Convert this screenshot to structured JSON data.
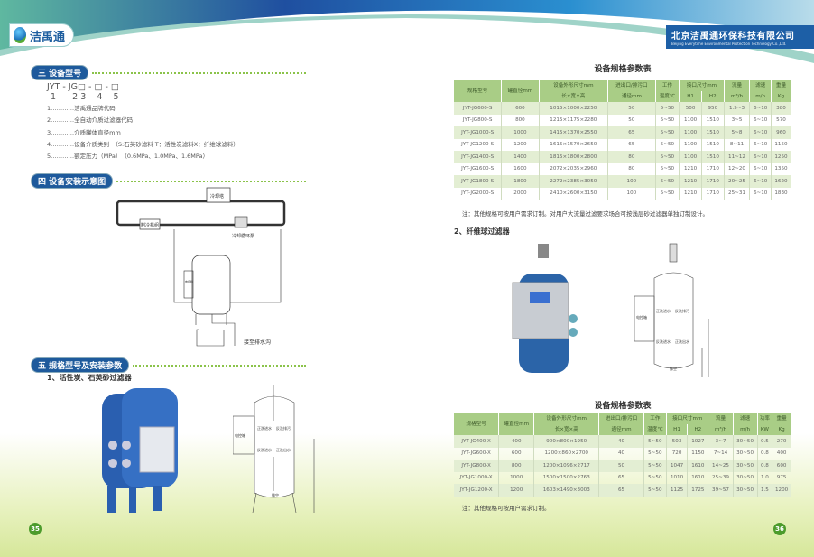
{
  "header": {
    "brand": "洁禹通",
    "company_cn": "北京洁禹通环保科技有限公司",
    "company_en": "Beijing Everytime Environmental Protection Technology Co.,Ltd.",
    "colors": {
      "primary": "#1e5a9c",
      "accent": "#8bc34a"
    }
  },
  "left": {
    "sec3": "三 设备型号",
    "model_code": "JYT - JG□ - □ - □",
    "model_digits": "1      2 3    4    5",
    "model_items": [
      "1…………洁禹通品牌代码",
      "2…………全自动介质过滤器代码",
      "3…………介质罐体直径mm",
      "4…………设备介质类别　（S:石英砂滤料 T：活性炭滤料X：纤维球滤料）",
      "5…………额定压力（MPa）　（0.6MPa、1.0MPa、1.6MPa）"
    ],
    "sec4": "四 设备安装示意图",
    "diagram": {
      "tower": "冷却塔",
      "chiller": "制冷机组",
      "pump": "冷却循环泵",
      "drain": "接至排水沟",
      "ctrl": "电控箱"
    },
    "sec5": "五 规格型号及安装参数",
    "sub1": "1、活性炭、石英砂过滤器",
    "drawing": {
      "ctrl": "电控箱",
      "a": "正洗进水",
      "b": "反洗排污",
      "c": "反洗进水",
      "d": "正洗出水",
      "e": "排空"
    },
    "page": "35"
  },
  "right": {
    "table1": {
      "title": "设备规格参数表",
      "headers": [
        "规格型号",
        "罐直径mm",
        "设备外形尺寸mm",
        "长×宽×高",
        "进出口/排污口",
        "通径mm",
        "工作",
        "温度℃",
        "接口尺寸mm",
        "H1",
        "H2",
        "流量",
        "m³/h",
        "滤速",
        "m/h",
        "重量",
        "Kg"
      ],
      "rows": [
        [
          "JYT-JG600-S",
          "600",
          "1015×1000×2250",
          "50",
          "5~50",
          "500",
          "950",
          "1.5~3",
          "6~10",
          "380"
        ],
        [
          "JYT-JG800-S",
          "800",
          "1215×1175×2280",
          "50",
          "5~50",
          "1100",
          "1510",
          "3~5",
          "6~10",
          "570"
        ],
        [
          "JYT-JG1000-S",
          "1000",
          "1415×1370×2550",
          "65",
          "5~50",
          "1100",
          "1510",
          "5~8",
          "6~10",
          "960"
        ],
        [
          "JYT-JG1200-S",
          "1200",
          "1615×1570×2650",
          "65",
          "5~50",
          "1100",
          "1510",
          "8~11",
          "6~10",
          "1150"
        ],
        [
          "JYT-JG1400-S",
          "1400",
          "1815×1800×2800",
          "80",
          "5~50",
          "1100",
          "1510",
          "11~12",
          "6~10",
          "1250"
        ],
        [
          "JYT-JG1600-S",
          "1600",
          "2072×2035×2960",
          "80",
          "5~50",
          "1210",
          "1710",
          "12~20",
          "6~10",
          "1350"
        ],
        [
          "JYT-JG1800-S",
          "1800",
          "2272×2385×3050",
          "100",
          "5~50",
          "1210",
          "1710",
          "20~25",
          "6~10",
          "1620"
        ],
        [
          "JYT-JG2000-S",
          "2000",
          "2410×2600×3150",
          "100",
          "5~50",
          "1210",
          "1710",
          "25~31",
          "6~10",
          "1830"
        ]
      ],
      "note": "注：其他规格可按用户需求订制。对用户大流量过滤要求场合可按浅层砂过滤器单独订制设计。"
    },
    "sub2": "2、纤维球过滤器",
    "drawing": {
      "ctrl": "电控箱",
      "a": "正洗进水",
      "b": "反洗排污",
      "c": "反洗进水",
      "d": "正洗出水",
      "e": "排空"
    },
    "table2": {
      "title": "设备规格参数表",
      "headers": [
        "规格型号",
        "罐直径mm",
        "设备外形尺寸mm",
        "长×宽×高",
        "进出口/排污口",
        "通径mm",
        "工作",
        "温度℃",
        "接口尺寸mm",
        "H1",
        "H2",
        "流量",
        "m³/h",
        "滤速",
        "m/h",
        "功率",
        "KW",
        "重量",
        "Kg"
      ],
      "rows": [
        [
          "JYT-JG400-X",
          "400",
          "900×800×1950",
          "40",
          "5~50",
          "503",
          "1027",
          "3~7",
          "30~50",
          "0.5",
          "270"
        ],
        [
          "JYT-JG600-X",
          "600",
          "1200×860×2700",
          "40",
          "5~50",
          "720",
          "1150",
          "7~14",
          "30~50",
          "0.8",
          "400"
        ],
        [
          "JYT-JG800-X",
          "800",
          "1200×1096×2717",
          "50",
          "5~50",
          "1047",
          "1610",
          "14~25",
          "30~50",
          "0.8",
          "600"
        ],
        [
          "JYT-JG1000-X",
          "1000",
          "1500×1500×2763",
          "65",
          "5~50",
          "1010",
          "1610",
          "25~39",
          "30~50",
          "1.0",
          "975"
        ],
        [
          "JYT-JG1200-X",
          "1200",
          "1603×1490×3003",
          "65",
          "5~50",
          "1125",
          "1725",
          "39~57",
          "30~50",
          "1.5",
          "1200"
        ]
      ],
      "note": "注：其他规格可按用户需求订制。"
    },
    "page": "36"
  }
}
